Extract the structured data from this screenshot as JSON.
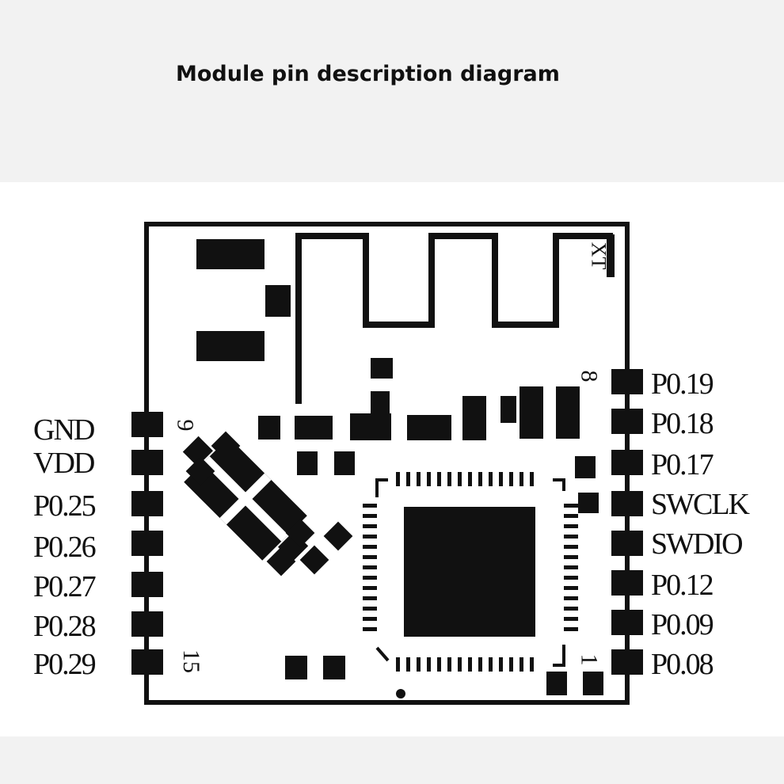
{
  "header": {
    "title": "Module pin description diagram"
  },
  "module": {
    "antenna_label": "XT",
    "left_pins": [
      "GND",
      "VDD",
      "P0.25",
      "P0.26",
      "P0.27",
      "P0.28",
      "P0.29"
    ],
    "right_pins": [
      "P0.19",
      "P0.18",
      "P0.17",
      "SWCLK",
      "SWDIO",
      "P0.12",
      "P0.09",
      "P0.08"
    ],
    "pin_numbers": {
      "left_top": "9",
      "left_bottom": "15",
      "right_top": "8",
      "right_bottom": "1"
    }
  }
}
